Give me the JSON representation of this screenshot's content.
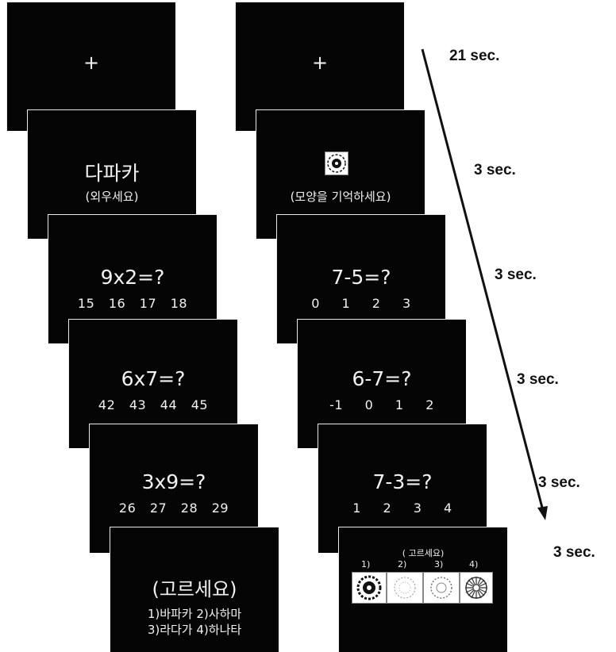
{
  "left_column": {
    "fixation": "+",
    "encode": {
      "word": "다파카",
      "instruction": "(외우세요)"
    },
    "math": [
      {
        "problem": "9x2=?",
        "options": "15 16 17 18"
      },
      {
        "problem": "6x7=?",
        "options": "42 43 44 45"
      },
      {
        "problem": "3x9=?",
        "options": "26 27 28 29"
      }
    ],
    "retrieve": {
      "instruction": "(고르세요)",
      "line1": "1)바파카 2)사하마",
      "line2": "3)라다가 4)하나타"
    }
  },
  "right_column": {
    "fixation": "+",
    "encode": {
      "instruction": "(모양을 기억하세요)"
    },
    "math": [
      {
        "problem": "7-5=?",
        "options": "0 1 2 3"
      },
      {
        "problem": "6-7=?",
        "options": "-1 0 1 2"
      },
      {
        "problem": "7-3=?",
        "options": "1 2 3 4"
      }
    ],
    "retrieve": {
      "instruction": "( 고르세요)",
      "labels": [
        "1)",
        "2)",
        "3)",
        "4)"
      ]
    }
  },
  "timeline": {
    "durations": [
      "21 sec.",
      "3 sec.",
      "3 sec.",
      "3 sec.",
      "3 sec.",
      "3 sec."
    ],
    "arrow_color": "#111111"
  }
}
